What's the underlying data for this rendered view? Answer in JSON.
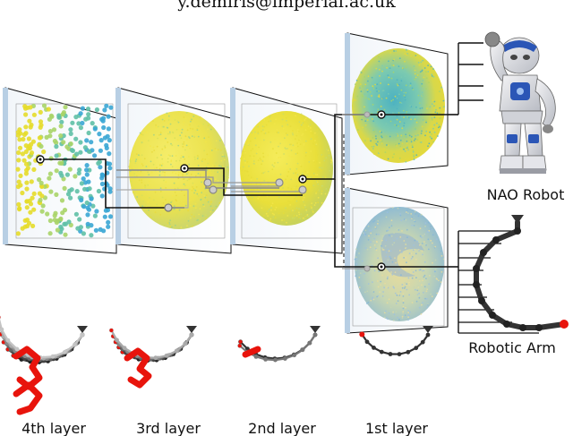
{
  "header": {
    "email": "y.demiris@imperial.ac.uk"
  },
  "labels": {
    "nao": "NAO Robot",
    "arm": "Robotic Arm",
    "layers": [
      "4th layer",
      "3rd layer",
      "2nd layer",
      "1st layer"
    ]
  },
  "colors": {
    "line": "#111111",
    "frame": "#b8cfe4",
    "arm_link": "#333333",
    "end_effector": "#e8140c",
    "palette": [
      "#e6dc2a",
      "#a8d468",
      "#5fc0a6",
      "#3aa6d4"
    ]
  }
}
